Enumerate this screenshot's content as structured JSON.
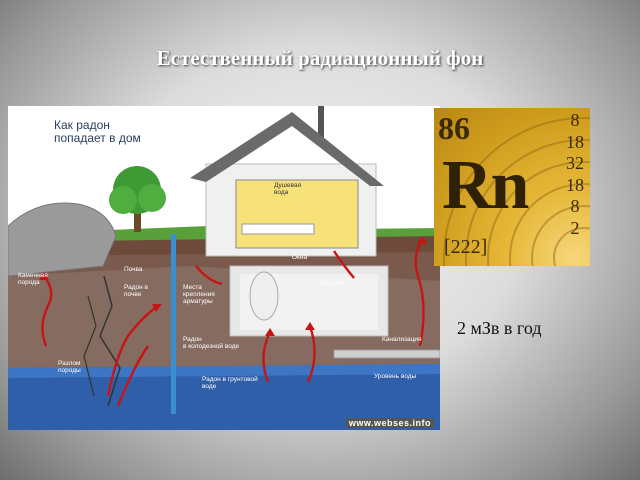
{
  "title": "Естественный радиационный фон",
  "dose": "2 мЗв в год",
  "diagram": {
    "caption_line1": "Как радон",
    "caption_line2": "попадает в дом",
    "labels": {
      "shower": [
        "Душевая",
        "вода"
      ],
      "windows": "Окна",
      "soil": "Почва",
      "rock": [
        "Каменная",
        "порода"
      ],
      "radon_soil": [
        "Радон в",
        "почве"
      ],
      "rebar": [
        "Места",
        "крепления",
        "арматуры"
      ],
      "cracks": "Трещины",
      "radon_well": [
        "Радон",
        "в колодезной воде"
      ],
      "sewer": "Канализация",
      "fault": [
        "Разлом",
        "породы"
      ],
      "water_level": "Уровень воды",
      "radon_ground": [
        "Радон в грунтовой",
        "воде"
      ]
    },
    "watermark": "www.webses.info"
  },
  "element": {
    "atomic_number": "86",
    "symbol": "Rn",
    "mass": "[222]",
    "shells": [
      "8",
      "18",
      "32",
      "18",
      "8",
      "2"
    ]
  }
}
